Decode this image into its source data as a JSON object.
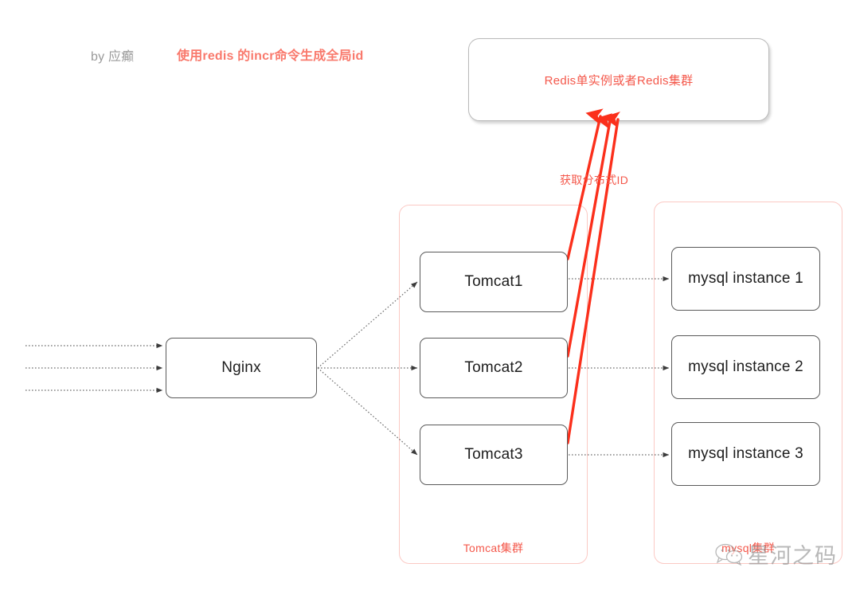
{
  "diagram": {
    "annotations": {
      "author": "by 应癫",
      "title_note": "使用redis 的incr命令生成全局id",
      "flow_label": "获取分布式ID"
    },
    "redis": {
      "label": "Redis单实例或者Redis集群",
      "color": "#f4584b"
    },
    "entry": {
      "label": "Nginx"
    },
    "tomcat_cluster": {
      "label": "Tomcat集群",
      "border_color": "#fbc9c4",
      "nodes": [
        {
          "label": "Tomcat1"
        },
        {
          "label": "Tomcat2"
        },
        {
          "label": "Tomcat3"
        }
      ]
    },
    "mysql_cluster": {
      "label": "mysql集群",
      "border_color": "#fbc9c4",
      "nodes": [
        {
          "label": "mysql instance 1"
        },
        {
          "label": "mysql instance 2"
        },
        {
          "label": "mysql instance 3"
        }
      ]
    },
    "watermark": {
      "text": "星河之码"
    }
  }
}
